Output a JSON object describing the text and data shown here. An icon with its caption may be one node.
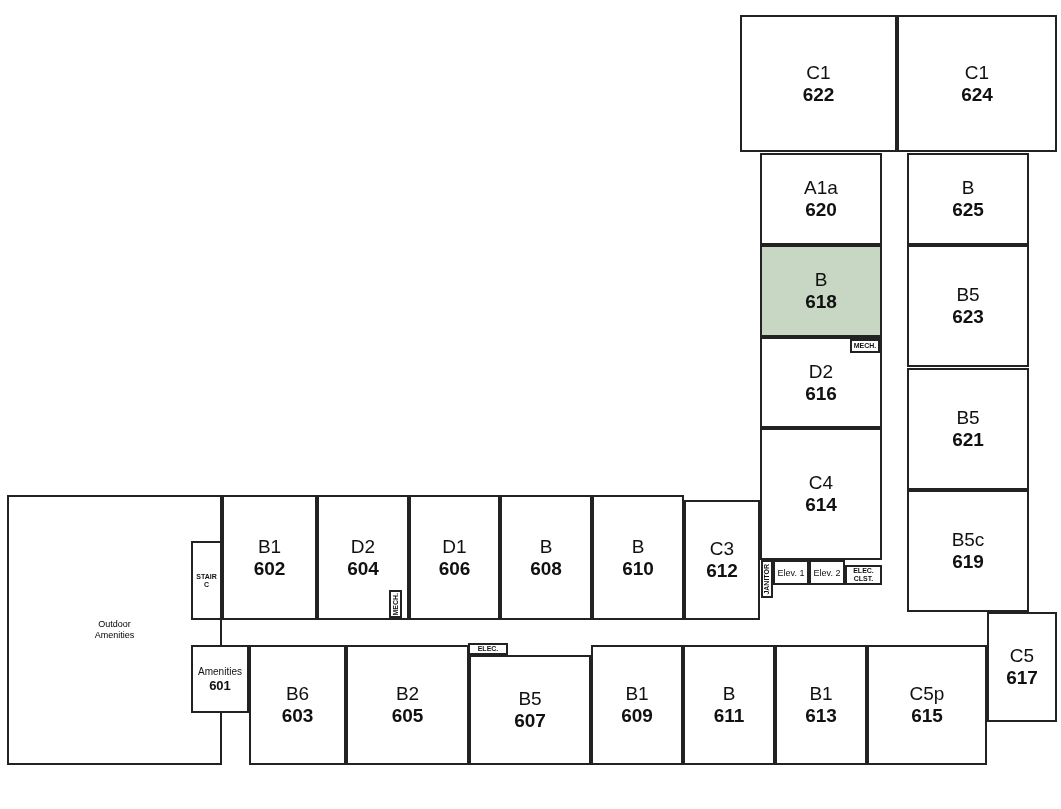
{
  "diagram": {
    "nodes": [
      {
        "text": [
          "C1",
          "622"
        ]
      },
      {
        "text": [
          "C1",
          "624"
        ]
      },
      {
        "text": [
          "A1a",
          "620"
        ]
      },
      {
        "text": [
          "B",
          "625"
        ]
      },
      {
        "text": [
          "B",
          "618"
        ]
      },
      {
        "text": [
          "B5",
          "623"
        ]
      },
      {
        "text": [
          "D2",
          "616"
        ]
      },
      {
        "text": [
          "MECH."
        ],
        "in": 6
      },
      {
        "text": [
          "B5",
          "621"
        ]
      },
      {
        "text": [
          "C4",
          "614"
        ]
      },
      {
        "text": [
          "Outdoor Amenities"
        ]
      },
      {
        "text": [
          "STAIR C"
        ],
        "in": 10
      },
      {
        "text": [
          "B1",
          "602"
        ]
      },
      {
        "text": [
          "D2",
          "604"
        ]
      },
      {
        "text": [
          "MECH."
        ],
        "in": 13
      },
      {
        "text": [
          "D1",
          "606"
        ]
      },
      {
        "text": [
          "B",
          "608"
        ]
      },
      {
        "text": [
          "B",
          "610"
        ]
      },
      {
        "text": [
          "C3",
          "612"
        ]
      },
      {
        "text": [
          "JANITOR"
        ]
      },
      {
        "text": [
          "Elev. 1"
        ]
      },
      {
        "text": [
          "Elev. 2"
        ]
      },
      {
        "text": [
          "ELEC. CLST."
        ]
      },
      {
        "text": [
          "B5c",
          "619"
        ]
      },
      {
        "text": [
          "C5",
          "617"
        ]
      },
      {
        "text": [
          "Amenities",
          "601"
        ]
      },
      {
        "text": [
          "ELEC."
        ]
      },
      {
        "text": [
          "B6",
          "603"
        ]
      },
      {
        "text": [
          "B2",
          "605"
        ]
      },
      {
        "text": [
          "B5",
          "607"
        ]
      },
      {
        "text": [
          "B1",
          "609"
        ]
      },
      {
        "text": [
          "B",
          "611"
        ]
      },
      {
        "text": [
          "B1",
          "613"
        ]
      },
      {
        "text": [
          "C5p",
          "615"
        ]
      }
    ],
    "edges": []
  }
}
